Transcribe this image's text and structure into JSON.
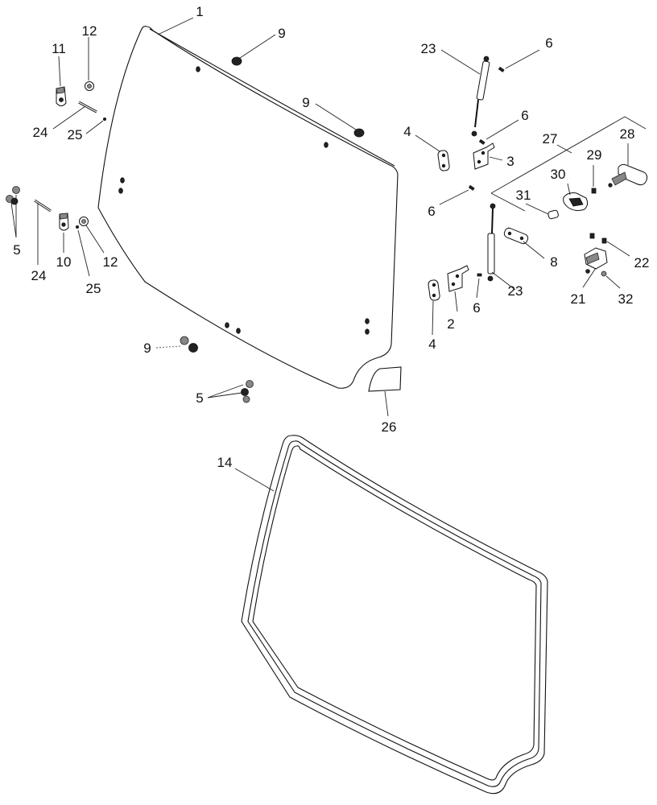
{
  "callouts": {
    "c1": "1",
    "c2": "2",
    "c3": "3",
    "c4a": "4",
    "c4b": "4",
    "c5a": "5",
    "c5b": "5",
    "c6a": "6",
    "c6b": "6",
    "c6c": "6",
    "c6d": "6",
    "c8": "8",
    "c9a": "9",
    "c9b": "9",
    "c9c": "9",
    "c10": "10",
    "c11": "11",
    "c12a": "12",
    "c12b": "12",
    "c14": "14",
    "c21": "21",
    "c22": "22",
    "c23a": "23",
    "c23b": "23",
    "c24a": "24",
    "c24b": "24",
    "c25a": "25",
    "c25b": "25",
    "c26": "26",
    "c27": "27",
    "c28": "28",
    "c29": "29",
    "c30": "30",
    "c31": "31",
    "c32": "32"
  }
}
